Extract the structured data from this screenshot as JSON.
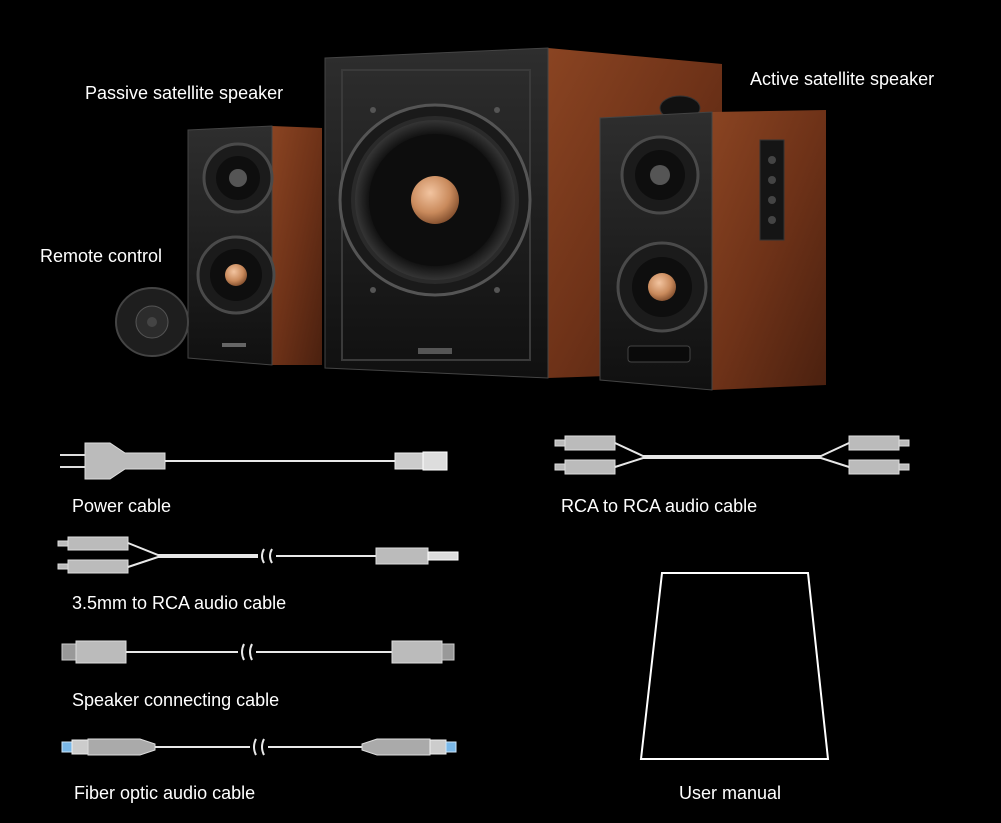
{
  "labels": {
    "passive": "Passive satellite speaker",
    "active": "Active satellite speaker",
    "remote": "Remote control",
    "power": "Power cable",
    "rca": "RCA to RCA audio cable",
    "mm35": "3.5mm to RCA audio cable",
    "speaker_cable": "Speaker connecting cable",
    "fiber": "Fiber optic audio cable",
    "manual": "User manual"
  },
  "colors": {
    "background": "#000000",
    "wood": "#7a3a1c",
    "copper": "#c98a5c",
    "cable": "#e8e8e8"
  }
}
